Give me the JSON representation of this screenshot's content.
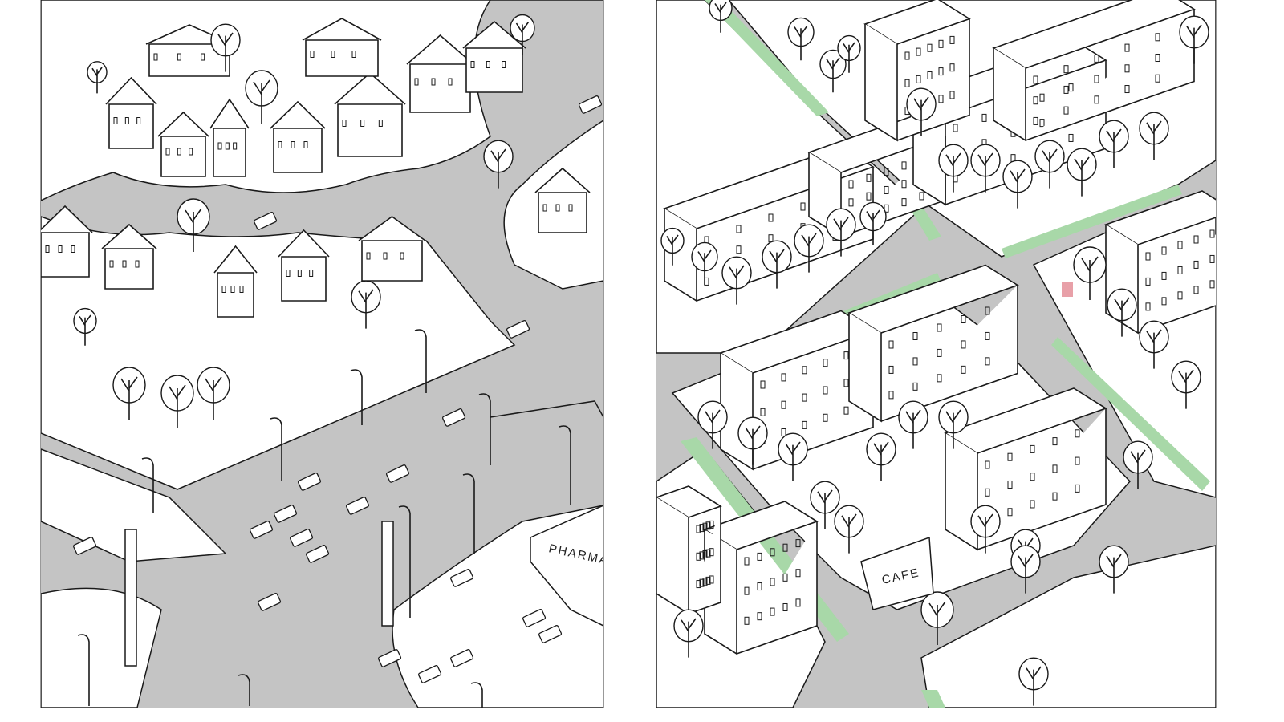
{
  "illustrations": [
    {
      "id": "before",
      "signs": {
        "pharmacy": "PHARMACY"
      }
    },
    {
      "id": "after",
      "signs": {
        "cafe": "CAFE"
      }
    }
  ],
  "colors": {
    "road": "#c4c4c4",
    "ground": "#ffffff",
    "ink": "#1a1a1a",
    "bike_lane": "#a8d8a8",
    "crossing_highlight": "#e8a0a8"
  }
}
